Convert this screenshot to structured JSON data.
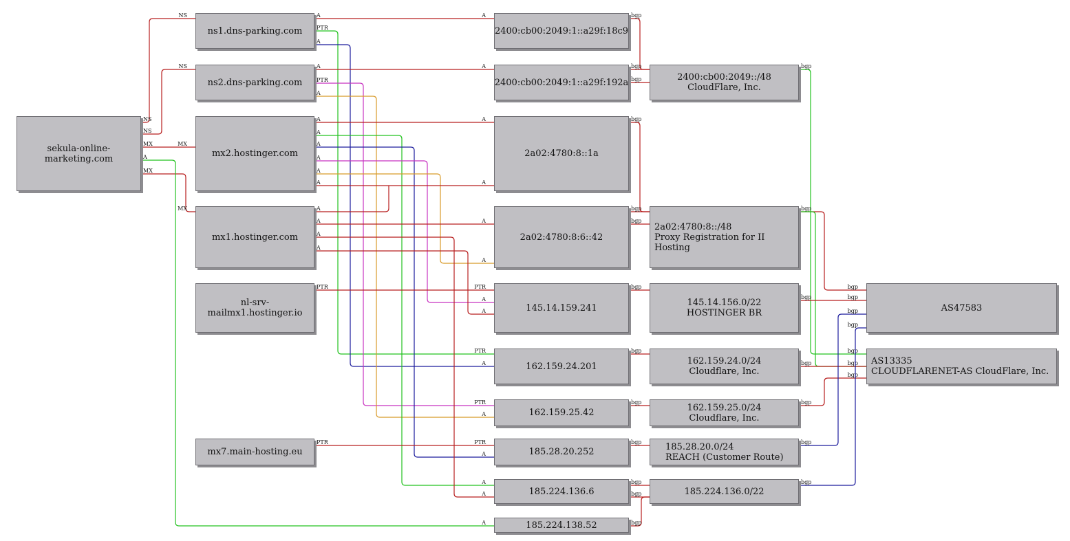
{
  "colors": {
    "red": "#b81e1e",
    "green": "#22c21e",
    "blue": "#1b1b9c",
    "magenta": "#c832c0",
    "orange": "#d89a28",
    "node_fill": "#c0bfc3"
  },
  "nodes": {
    "domain": {
      "lines": [
        "sekula-online-marketing.com"
      ]
    },
    "ns1": {
      "lines": [
        "ns1.dns-parking.com"
      ]
    },
    "ns2": {
      "lines": [
        "ns2.dns-parking.com"
      ]
    },
    "mx2": {
      "lines": [
        "mx2.hostinger.com"
      ]
    },
    "mx1": {
      "lines": [
        "mx1.hostinger.com"
      ]
    },
    "nlsrv": {
      "lines": [
        "nl-srv-mailmx1.hostinger.io"
      ]
    },
    "mx7": {
      "lines": [
        "mx7.main-hosting.eu"
      ]
    },
    "ip6a": {
      "lines": [
        "2400:cb00:2049:1::a29f:18c9"
      ]
    },
    "ip6b": {
      "lines": [
        "2400:cb00:2049:1::a29f:192a"
      ]
    },
    "ip6c": {
      "lines": [
        "2a02:4780:8::1a"
      ]
    },
    "ip6d": {
      "lines": [
        "2a02:4780:8:6::42"
      ]
    },
    "ip145": {
      "lines": [
        "145.14.159.241"
      ]
    },
    "ip162a": {
      "lines": [
        "162.159.24.201"
      ]
    },
    "ip162b": {
      "lines": [
        "162.159.25.42"
      ]
    },
    "ip185a": {
      "lines": [
        "185.28.20.252"
      ]
    },
    "ip185b": {
      "lines": [
        "185.224.136.6"
      ]
    },
    "ip185c": {
      "lines": [
        "185.224.138.52"
      ]
    },
    "pfx2400": {
      "lines": [
        "2400:cb00:2049::/48",
        "CloudFlare, Inc."
      ]
    },
    "pfx2a02": {
      "lines": [
        "2a02:4780:8::/48",
        "Proxy Registration for II Hosting"
      ]
    },
    "pfx145": {
      "lines": [
        "145.14.156.0/22",
        "HOSTINGER BR"
      ]
    },
    "pfx162a": {
      "lines": [
        "162.159.24.0/24",
        "Cloudflare, Inc."
      ]
    },
    "pfx162b": {
      "lines": [
        "162.159.25.0/24",
        "Cloudflare, Inc."
      ]
    },
    "pfx185a": {
      "lines": [
        "185.28.20.0/24",
        "REACH (Customer Route)"
      ]
    },
    "pfx185b": {
      "lines": [
        "185.224.136.0/22"
      ]
    },
    "as47583": {
      "lines": [
        "AS47583"
      ]
    },
    "as13335": {
      "lines": [
        "AS13335",
        "CLOUDFLARENET-AS CloudFlare, Inc."
      ]
    }
  },
  "edge_labels": {
    "ns": "NS",
    "mx": "MX",
    "a": "A",
    "ptr": "PTR",
    "bgp": "bgp"
  }
}
